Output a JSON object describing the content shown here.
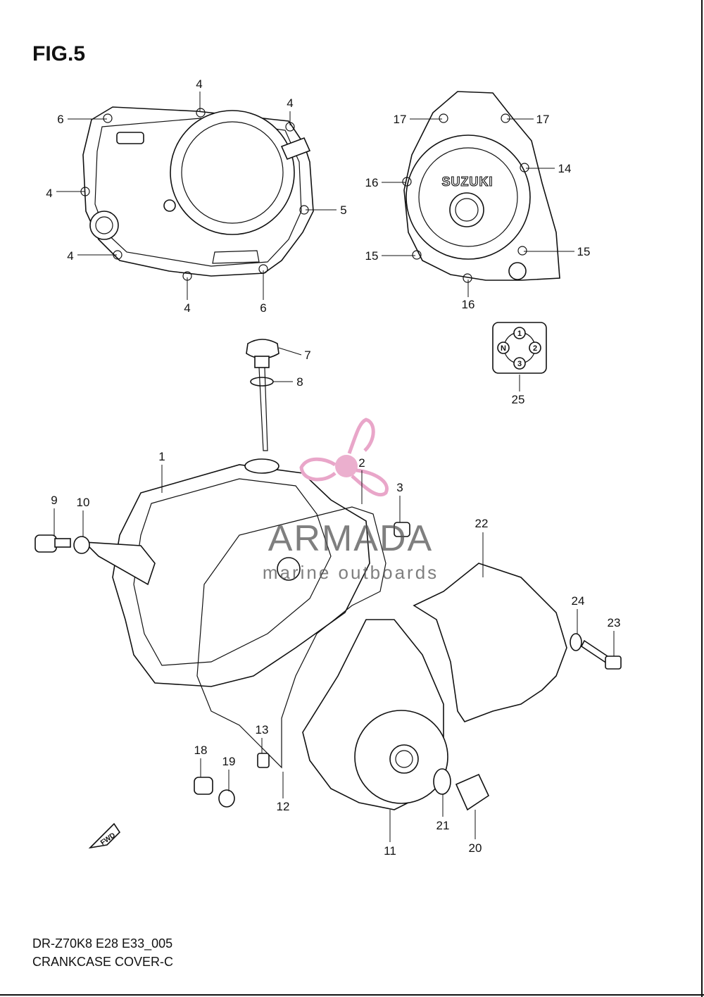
{
  "figure": {
    "title": "FIG.5",
    "code": "DR-Z70K8 E28 E33_005",
    "name": "CRANKCASE COVER-C"
  },
  "watermark": {
    "brand": "ARMADA",
    "tagline": "marine outboards",
    "accent_color": "#e9a6c9"
  },
  "cover_emblem": "SUZUKI",
  "direction_arrow": "FWD",
  "gear_indicator": [
    "1",
    "N",
    "2",
    "3"
  ],
  "callouts": [
    {
      "id": "c-6a",
      "label": "6"
    },
    {
      "id": "c-4a",
      "label": "4"
    },
    {
      "id": "c-4b",
      "label": "4"
    },
    {
      "id": "c-4c",
      "label": "4"
    },
    {
      "id": "c-5",
      "label": "5"
    },
    {
      "id": "c-4d",
      "label": "4"
    },
    {
      "id": "c-4e",
      "label": "4"
    },
    {
      "id": "c-6b",
      "label": "6"
    },
    {
      "id": "c-17a",
      "label": "17"
    },
    {
      "id": "c-17b",
      "label": "17"
    },
    {
      "id": "c-14",
      "label": "14"
    },
    {
      "id": "c-16a",
      "label": "16"
    },
    {
      "id": "c-15a",
      "label": "15"
    },
    {
      "id": "c-15b",
      "label": "15"
    },
    {
      "id": "c-16b",
      "label": "16"
    },
    {
      "id": "c-7",
      "label": "7"
    },
    {
      "id": "c-8",
      "label": "8"
    },
    {
      "id": "c-25",
      "label": "25"
    },
    {
      "id": "c-1",
      "label": "1"
    },
    {
      "id": "c-2",
      "label": "2"
    },
    {
      "id": "c-3",
      "label": "3"
    },
    {
      "id": "c-9",
      "label": "9"
    },
    {
      "id": "c-10",
      "label": "10"
    },
    {
      "id": "c-22",
      "label": "22"
    },
    {
      "id": "c-24",
      "label": "24"
    },
    {
      "id": "c-23",
      "label": "23"
    },
    {
      "id": "c-13",
      "label": "13"
    },
    {
      "id": "c-18",
      "label": "18"
    },
    {
      "id": "c-19",
      "label": "19"
    },
    {
      "id": "c-12",
      "label": "12"
    },
    {
      "id": "c-21",
      "label": "21"
    },
    {
      "id": "c-20",
      "label": "20"
    },
    {
      "id": "c-11",
      "label": "11"
    }
  ]
}
